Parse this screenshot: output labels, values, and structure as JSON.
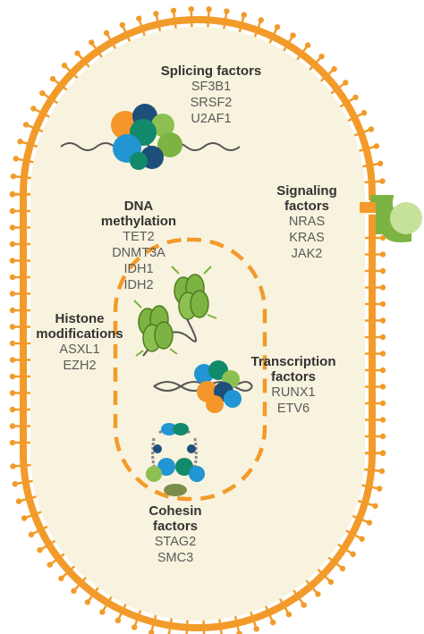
{
  "colors": {
    "membrane": "#f29b2a",
    "cytoplasm": "#f8f3de",
    "nucleus_dash": "#f29b2a",
    "histone_green": "#7cb342",
    "histone_dark": "#4f7d1f",
    "blue": "#2196d3",
    "dark_blue": "#1d4f7a",
    "orange": "#f5962a",
    "teal": "#128a6c",
    "light_green": "#8cc152"
  },
  "splicing": {
    "title": "Splicing factors",
    "genes": [
      "SF3B1",
      "SRSF2",
      "U2AF1"
    ]
  },
  "dna_methylation": {
    "title_line1": "DNA",
    "title_line2": "methylation",
    "genes": [
      "TET2",
      "DNMT3A",
      "IDH1",
      "IDH2"
    ]
  },
  "signaling": {
    "title_line1": "Signaling",
    "title_line2": "factors",
    "genes": [
      "NRAS",
      "KRAS",
      "JAK2"
    ]
  },
  "histone": {
    "title_line1": "Histone",
    "title_line2": "modifications",
    "genes": [
      "ASXL1",
      "EZH2"
    ]
  },
  "transcription": {
    "title_line1": "Transcription",
    "title_line2": "factors",
    "genes": [
      "RUNX1",
      "ETV6"
    ]
  },
  "cohesin": {
    "title_line1": "Cohesin",
    "title_line2": "factors",
    "genes": [
      "STAG2",
      "SMC3"
    ]
  }
}
